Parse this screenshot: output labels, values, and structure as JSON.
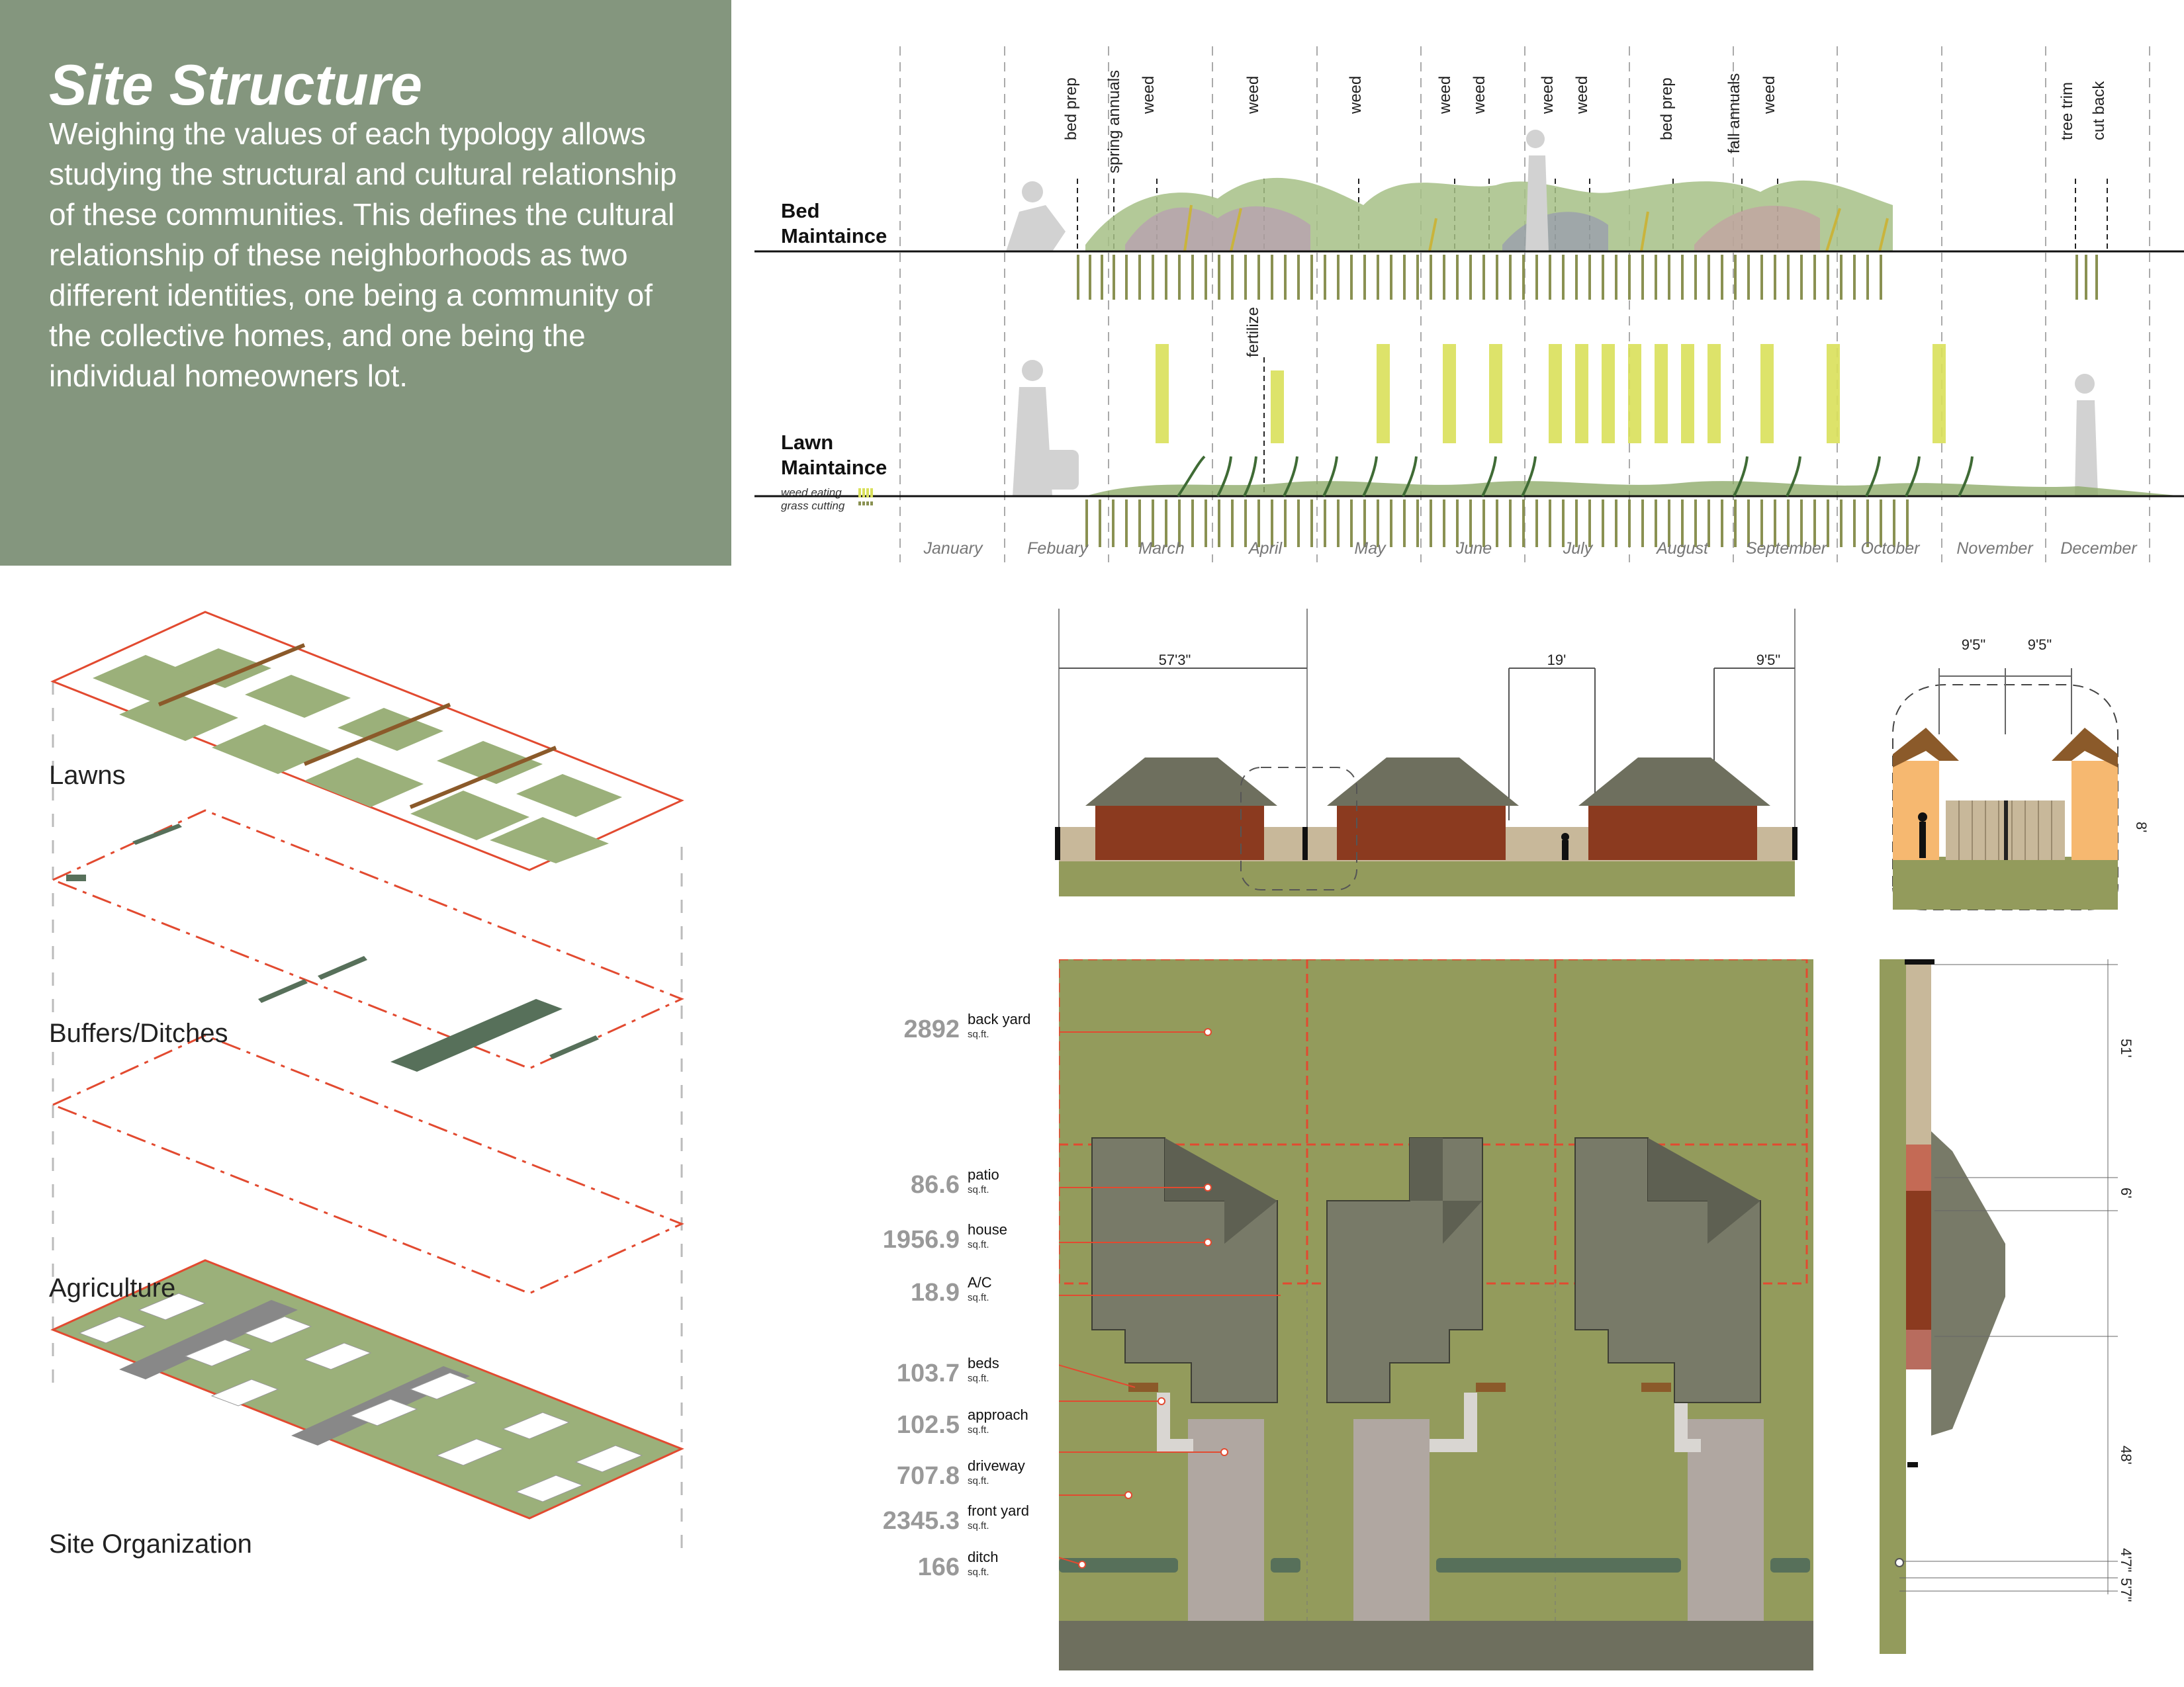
{
  "intro": {
    "title": "Site Structure",
    "body": "Weighing the values of each typology allows studying the structural and cultural relationship of these communities. This defines the cultural relationship of these neighborhoods as two different identities, one being a community of the collective homes, and one being the individual homeowners lot."
  },
  "calendar": {
    "months": [
      "January",
      "Febuary",
      "March",
      "April",
      "May",
      "June",
      "July",
      "August",
      "September",
      "October",
      "November",
      "December"
    ],
    "bed_label": [
      "Bed",
      "Maintaince"
    ],
    "lawn_label": [
      "Lawn",
      "Maintaince"
    ],
    "bed_tasks": [
      "bed prep",
      "spring annuals",
      "weed",
      "weed",
      "weed",
      "weed",
      "weed",
      "weed",
      "weed",
      "bed prep",
      "fall annuals",
      "weed",
      "tree trim",
      "cut back"
    ],
    "lawn_tasks": [
      "fertilize"
    ],
    "legend": {
      "weed_eating": "weed eating",
      "grass_cutting": "grass cutting",
      "weed_color": "#d9e05a",
      "grass_color": "#8a9152"
    }
  },
  "layers": [
    "Lawns",
    "Buffers/Ditches",
    "Agriculture",
    "Site Organization"
  ],
  "section": {
    "dims": [
      "57'3\"",
      "19'",
      "9'5\""
    ],
    "detail_dims": [
      "9'5\"",
      "9'5\"",
      "8'"
    ]
  },
  "plan": {
    "areas": [
      {
        "value": "2892",
        "name": "back yard",
        "unit": "sq.ft."
      },
      {
        "value": "86.6",
        "name": "patio",
        "unit": "sq.ft."
      },
      {
        "value": "1956.9",
        "name": "house",
        "unit": "sq.ft."
      },
      {
        "value": "18.9",
        "name": "A/C",
        "unit": "sq.ft."
      },
      {
        "value": "103.7",
        "name": "beds",
        "unit": "sq.ft."
      },
      {
        "value": "102.5",
        "name": "approach",
        "unit": "sq.ft."
      },
      {
        "value": "707.8",
        "name": "driveway",
        "unit": "sq.ft."
      },
      {
        "value": "2345.3",
        "name": "front yard",
        "unit": "sq.ft."
      },
      {
        "value": "166",
        "name": "ditch",
        "unit": "sq.ft."
      }
    ],
    "side_dims": [
      "51'",
      "6'",
      "48'",
      "4'7\"",
      "5'7\""
    ]
  },
  "colors": {
    "intro_bg": "#84967e",
    "lawn": "#939b5c",
    "roof": "#6e6f5e",
    "brick": "#8b3a1f",
    "red_line": "#e24a30",
    "ditch": "#57705a"
  }
}
